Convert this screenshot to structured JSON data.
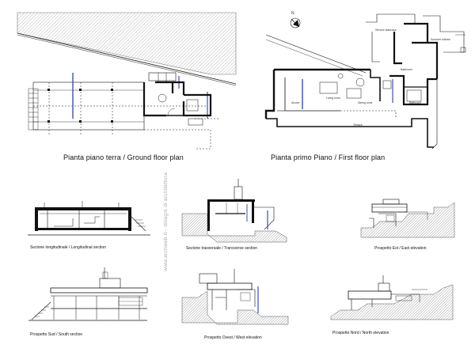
{
  "plans": {
    "ground_floor_title": "Pianta piano terra / Ground floor plan",
    "first_floor_title": "Pianta primo Piano / First floor plan"
  },
  "rooms": {
    "service_staircase": "Service staircase",
    "summer_kitchen": "Summer kitchen",
    "bathroom_top": "Bathroom",
    "bathroom_right": "Bathroom",
    "alcove": "Alcove",
    "living_room": "Living room",
    "dining_zone": "Dining zone",
    "terrace": "Terrace"
  },
  "compass": {
    "north_letter": "N"
  },
  "captions": {
    "longitudinal_section": "Sezione longitudinale / Longitudinal section",
    "transverse_section": "Sezione trasversale / Transverse section",
    "east_elevation": "Prospetto Est  / East elevation",
    "south_section": "Prospetto Sud / South section",
    "west_elevation": "Prospetto Ovest  / West elevation",
    "north_elevation": "Prospetto Nord  /  North elevation"
  },
  "watermark": "www.archweb.it - disegni di architettura",
  "colors": {
    "line": "#111111",
    "hatch": "#b5b5b5",
    "blue_accent": "#3b4fb8",
    "ground_fill": "#9a9a9a"
  }
}
